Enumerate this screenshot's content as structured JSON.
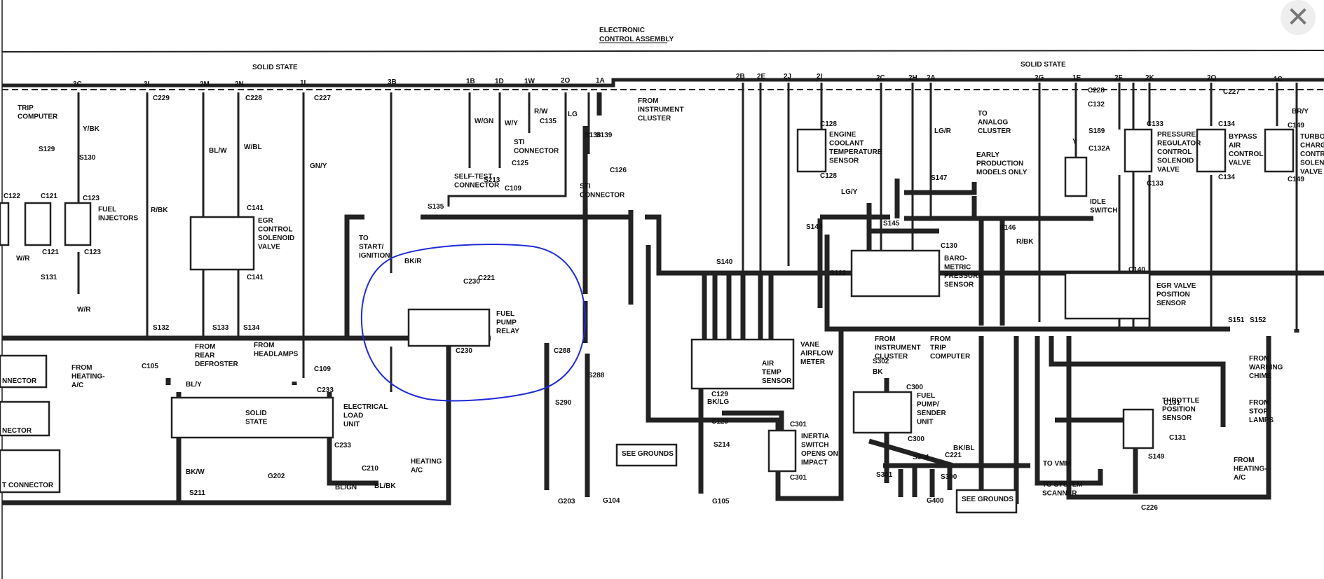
{
  "viewer": {
    "close_glyph": "✕",
    "close_icon": "close-icon",
    "annotation_color": "#1f2bd6",
    "line_color": "#222222"
  },
  "diagram": {
    "header": "ELECTRONIC",
    "header2": "CONTROL ASSEMBLY",
    "solid_state_left": "SOLID STATE",
    "solid_state_right": "SOLID STATE",
    "pins": [
      "3C",
      "3I",
      "2M",
      "2N",
      "1I",
      "3B",
      "1B",
      "1D",
      "1W",
      "2O",
      "1A",
      "2B",
      "2E",
      "2J",
      "2I",
      "2C",
      "2H",
      "2A",
      "2G",
      "1E",
      "2F",
      "2K",
      "2Q",
      "1C"
    ],
    "components": {
      "trip_computer": "TRIP\nCOMPUTER",
      "fuel_injectors": "FUEL\nINJECTORS",
      "egr_control": "EGR\nCONTROL\nSOLENOID\nVALVE",
      "start_ignition": "TO\nSTART/\nIGNITION",
      "self_test": "SELF-TEST\nCONNECTOR",
      "sti_connector": "STI\nCONNECTOR",
      "sti_connector2": "STI\nCONNECTOR",
      "from_instrument": "FROM\nINSTRUMENT\nCLUSTER",
      "fuel_pump_relay": "FUEL\nPUMP\nRELAY",
      "engine_coolant": "ENGINE\nCOOLANT\nTEMPERATURE\nSENSOR",
      "analog_cluster": "TO\nANALOG\nCLUSTER",
      "early_production": "EARLY\nPRODUCTION\nMODELS ONLY",
      "idle_switch": "IDLE\nSWITCH",
      "pressure_regulator": "PRESSURE\nREGULATOR\nCONTROL\nSOLENOID\nVALVE",
      "bypass_air": "BYPASS\nAIR\nCONTROL\nVALVE",
      "turbo": "TURBO\nCHARG\nCONTR\nSOLEN\nVALVE",
      "baro": "BARO-\nMETRIC\nPRESSURE\nSENSOR",
      "egr_position": "EGR VALVE\nPOSITION\nSENSOR",
      "vane_airflow": "VANE\nAIRFLOW\nMETER",
      "air_temp": "AIR\nTEMP\nSENSOR",
      "from_instrument2": "FROM\nINSTRUMENT\nCLUSTER",
      "from_trip": "FROM\nTRIP\nCOMPUTER",
      "fuel_pump_sender": "FUEL\nPUMP/\nSENDER\nUNIT",
      "inertia_switch": "INERTIA\nSWITCH\nOPENS ON\nIMPACT",
      "throttle_position": "THROTTLE\nPOSITION\nSENSOR",
      "from_warning": "FROM\nWARNING\nCHIME",
      "from_stop": "FROM\nSTOP\nLAMPS",
      "from_heating_right": "FROM\nHEATING-\nA/C",
      "from_heating_left": "FROM\nHEATING-\nA/C",
      "solid_state_unit": "SOLID\nSTATE",
      "electrical_load": "ELECTRICAL\nLOAD\nUNIT",
      "heating_ac": "HEATING\nA/C",
      "from_rear": "FROM\nREAR\nDEFROSTER",
      "from_headlamps": "FROM\nHEADLAMPS",
      "see_grounds": "SEE GROUNDS",
      "see_grounds2": "SEE GROUNDS",
      "to_vmm": "TO VMM",
      "to_system": "TO SYSTEM\nSCANNER",
      "connector1": "NNECTOR",
      "connector2": "NECTOR",
      "connector3": "T CONNECTOR"
    },
    "connectors": [
      "C229",
      "C228",
      "C227",
      "C135",
      "C125",
      "C109",
      "S135",
      "S213",
      "C221",
      "C230",
      "C230",
      "S138",
      "S139",
      "C126",
      "C288",
      "S288",
      "S290",
      "G203",
      "G104",
      "C141",
      "C141",
      "S132",
      "S133",
      "S134",
      "C109",
      "C233",
      "C233",
      "C105",
      "C210",
      "G202",
      "S211",
      "C122",
      "C121",
      "C123",
      "C123",
      "C121",
      "S129",
      "S130",
      "S131",
      "C128",
      "C128",
      "S144",
      "S145",
      "C130",
      "S122",
      "S140",
      "C129",
      "C129",
      "S214",
      "G105",
      "C301",
      "C301",
      "S302",
      "C300",
      "C300",
      "S301",
      "S304",
      "S300",
      "C221",
      "G400",
      "S147",
      "S146",
      "C132",
      "S189",
      "C132A",
      "C133",
      "C133",
      "C134",
      "C134",
      "C149",
      "C149",
      "C140",
      "S151",
      "S152",
      "C131",
      "C131",
      "S149",
      "C226",
      "C227",
      "C228"
    ],
    "wire_colors": [
      "Y/BK",
      "W/R",
      "R/BK",
      "BL/W",
      "W/BL",
      "GN/Y",
      "BK/R",
      "W/GN",
      "W/Y",
      "R/W",
      "LG",
      "LG/Y",
      "LG/R",
      "BK",
      "BK/LG",
      "BK/BL",
      "BL/Y",
      "BK/W",
      "BL/GN",
      "BL/BK",
      "R/BK",
      "BR/Y",
      "W/R",
      "Y"
    ]
  }
}
